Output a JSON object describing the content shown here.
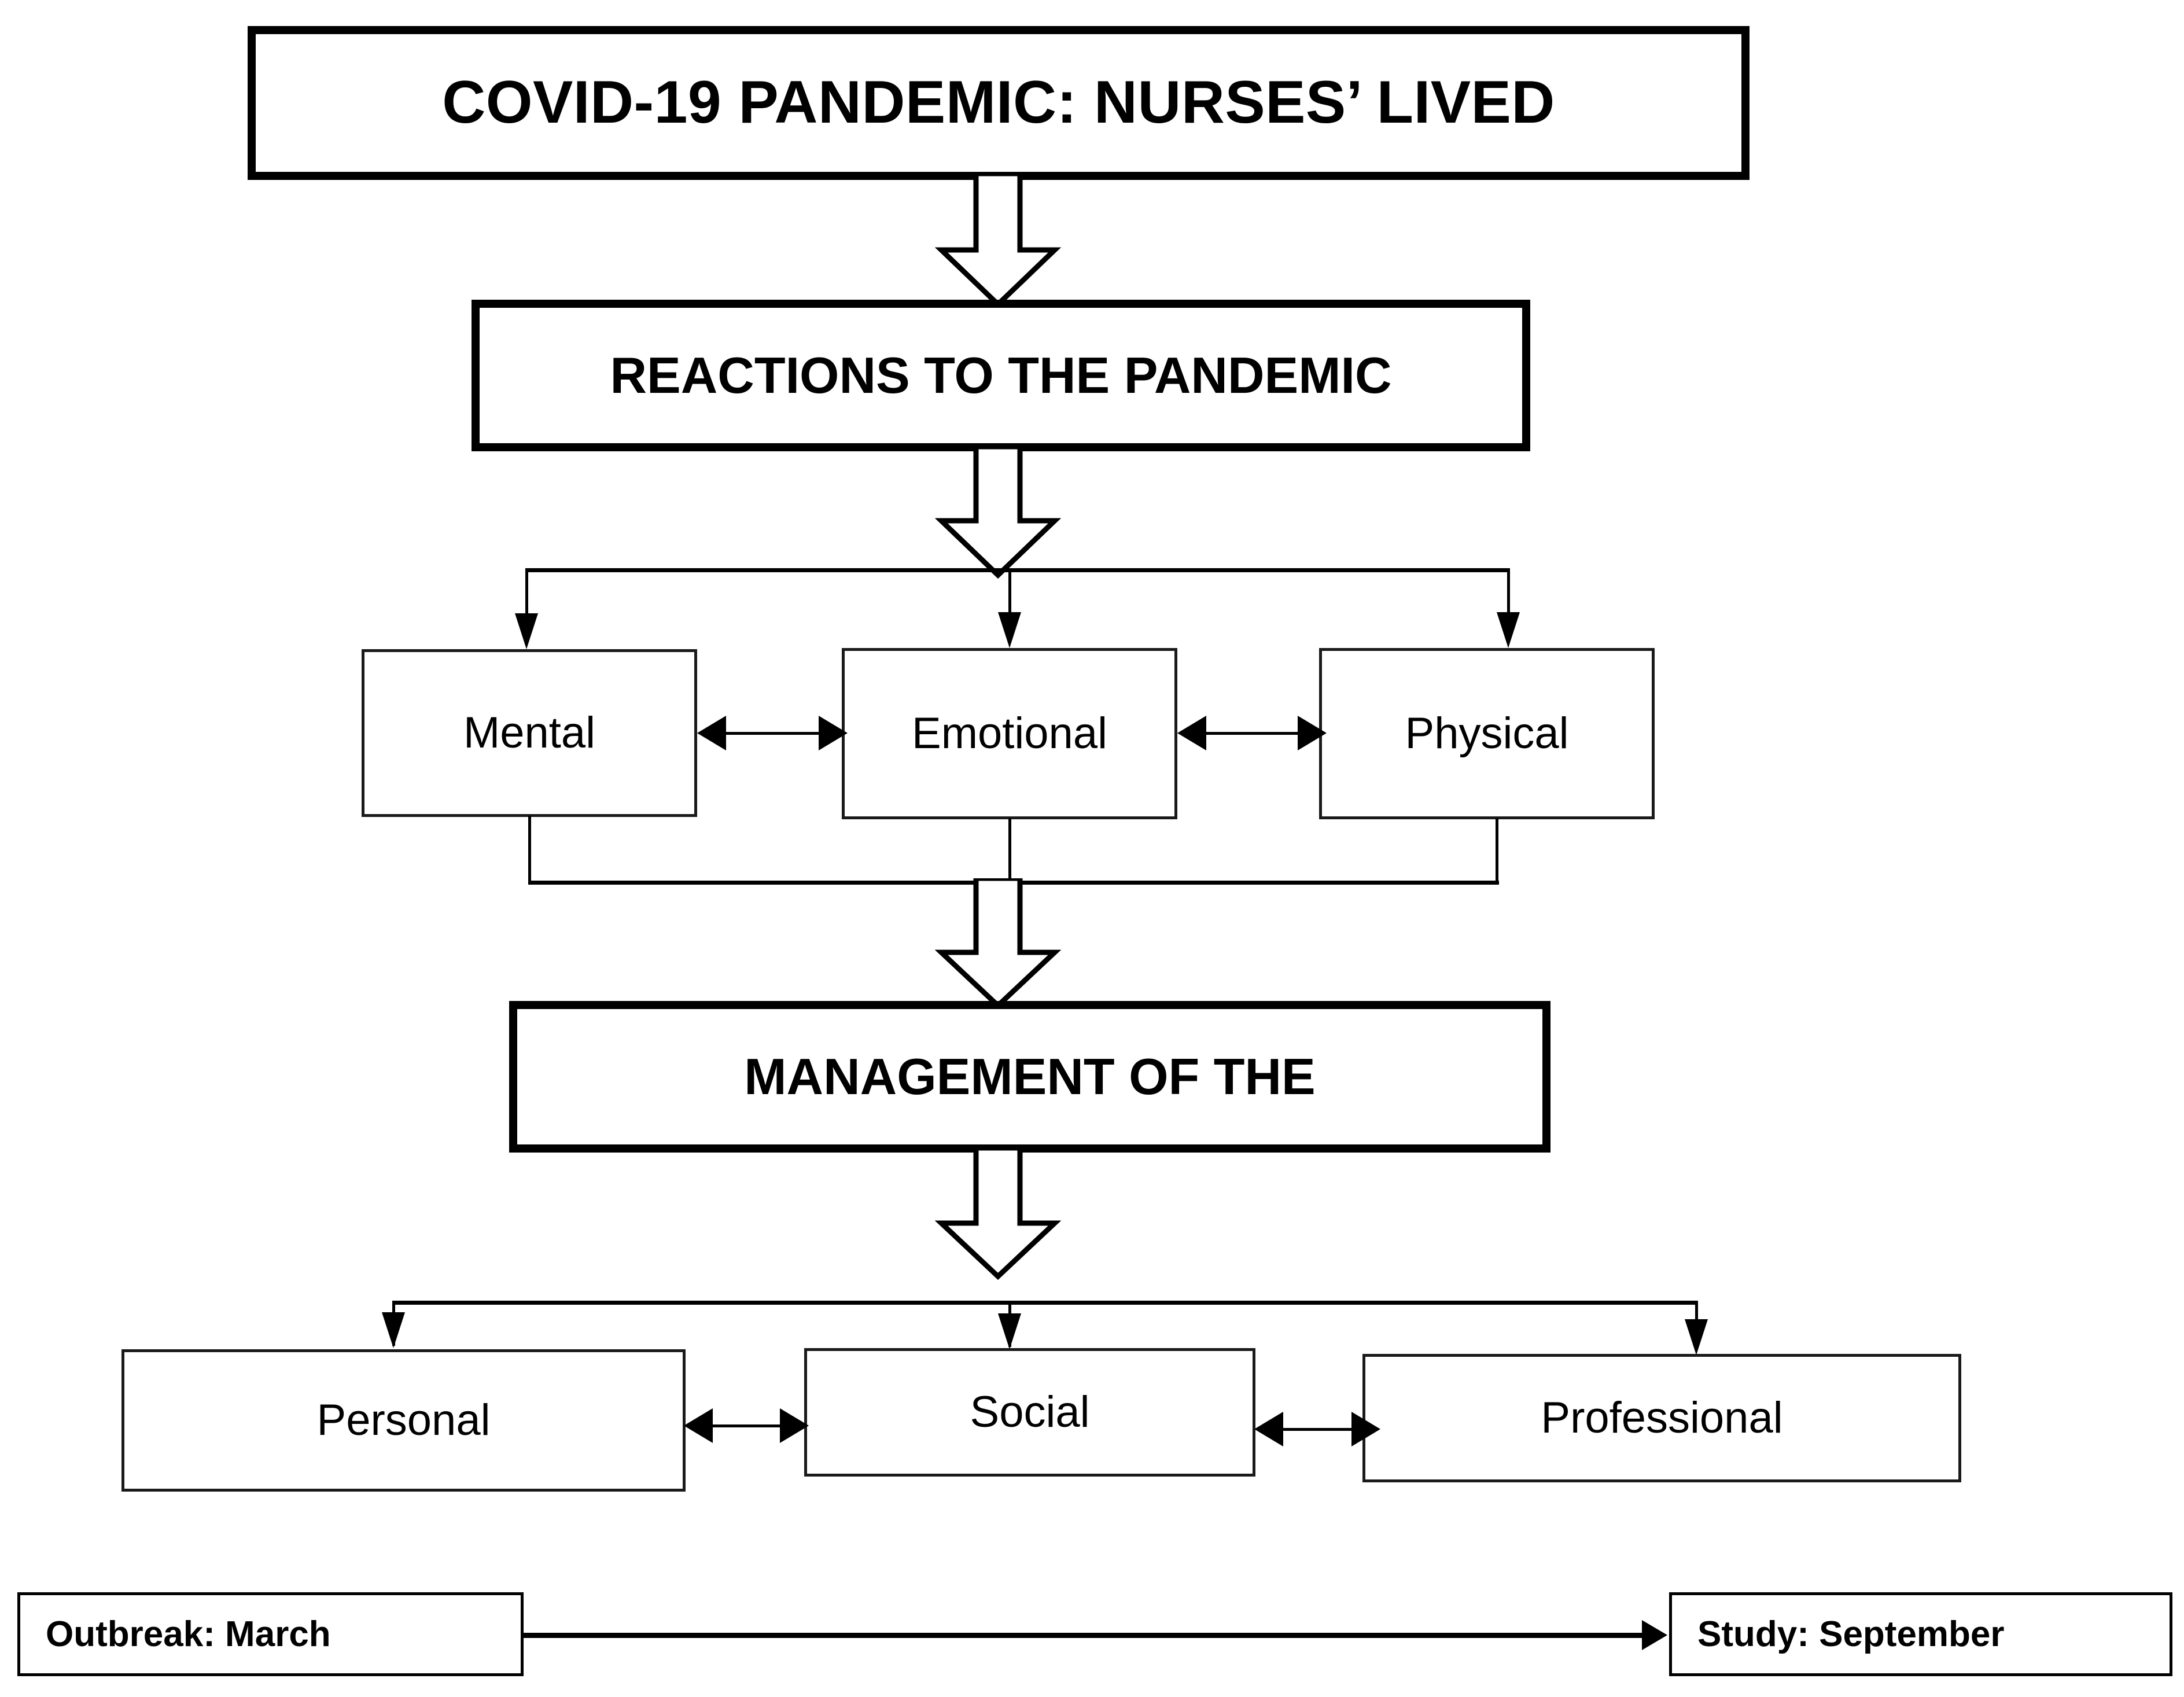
{
  "diagram": {
    "title_box": {
      "label": "COVID-19 PANDEMIC: NURSES’ LIVED"
    },
    "reactions_box": {
      "label": "REACTIONS TO THE PANDEMIC"
    },
    "reaction_nodes": [
      {
        "label": "Mental"
      },
      {
        "label": "Emotional"
      },
      {
        "label": "Physical"
      }
    ],
    "management_box": {
      "label": "MANAGEMENT OF THE"
    },
    "management_nodes": [
      {
        "label": "Personal"
      },
      {
        "label": "Social"
      },
      {
        "label": "Professional"
      }
    ],
    "timeline": {
      "start_label": "Outbreak: March",
      "end_label": "Study: September"
    },
    "colors": {
      "stroke": "#000000",
      "fill": "#ffffff",
      "light_stroke": "#1a1a1a"
    }
  },
  "chart_data": {
    "type": "diagram",
    "title": "COVID-19 PANDEMIC: NURSES’ LIVED",
    "nodes": [
      {
        "id": "title",
        "label": "COVID-19 PANDEMIC: NURSES’ LIVED",
        "level": 0,
        "style": "heavy"
      },
      {
        "id": "reactions",
        "label": "REACTIONS TO THE PANDEMIC",
        "level": 1,
        "style": "heavy"
      },
      {
        "id": "mental",
        "label": "Mental",
        "level": 2,
        "style": "light"
      },
      {
        "id": "emotional",
        "label": "Emotional",
        "level": 2,
        "style": "light"
      },
      {
        "id": "physical",
        "label": "Physical",
        "level": 2,
        "style": "light"
      },
      {
        "id": "management",
        "label": "MANAGEMENT OF THE",
        "level": 3,
        "style": "heavy"
      },
      {
        "id": "personal",
        "label": "Personal",
        "level": 4,
        "style": "light"
      },
      {
        "id": "social",
        "label": "Social",
        "level": 4,
        "style": "light"
      },
      {
        "id": "professional",
        "label": "Professional",
        "level": 4,
        "style": "light"
      },
      {
        "id": "outbreak",
        "label": "Outbreak: March",
        "level": 5,
        "style": "timeline"
      },
      {
        "id": "study",
        "label": "Study: September",
        "level": 5,
        "style": "timeline"
      }
    ],
    "edges": [
      {
        "from": "title",
        "to": "reactions",
        "type": "block-arrow",
        "direction": "down"
      },
      {
        "from": "reactions",
        "to": "mental",
        "type": "arrow",
        "direction": "down"
      },
      {
        "from": "reactions",
        "to": "emotional",
        "type": "arrow",
        "direction": "down"
      },
      {
        "from": "reactions",
        "to": "physical",
        "type": "arrow",
        "direction": "down"
      },
      {
        "from": "mental",
        "to": "emotional",
        "type": "arrow",
        "direction": "both"
      },
      {
        "from": "emotional",
        "to": "physical",
        "type": "arrow",
        "direction": "both"
      },
      {
        "from": "mental",
        "to": "management",
        "type": "block-arrow",
        "direction": "down"
      },
      {
        "from": "emotional",
        "to": "management",
        "type": "block-arrow",
        "direction": "down"
      },
      {
        "from": "physical",
        "to": "management",
        "type": "block-arrow",
        "direction": "down"
      },
      {
        "from": "management",
        "to": "personal",
        "type": "arrow",
        "direction": "down"
      },
      {
        "from": "management",
        "to": "social",
        "type": "arrow",
        "direction": "down"
      },
      {
        "from": "management",
        "to": "professional",
        "type": "arrow",
        "direction": "down"
      },
      {
        "from": "personal",
        "to": "social",
        "type": "arrow",
        "direction": "both"
      },
      {
        "from": "social",
        "to": "professional",
        "type": "arrow",
        "direction": "both"
      },
      {
        "from": "outbreak",
        "to": "study",
        "type": "arrow",
        "direction": "right"
      }
    ]
  }
}
